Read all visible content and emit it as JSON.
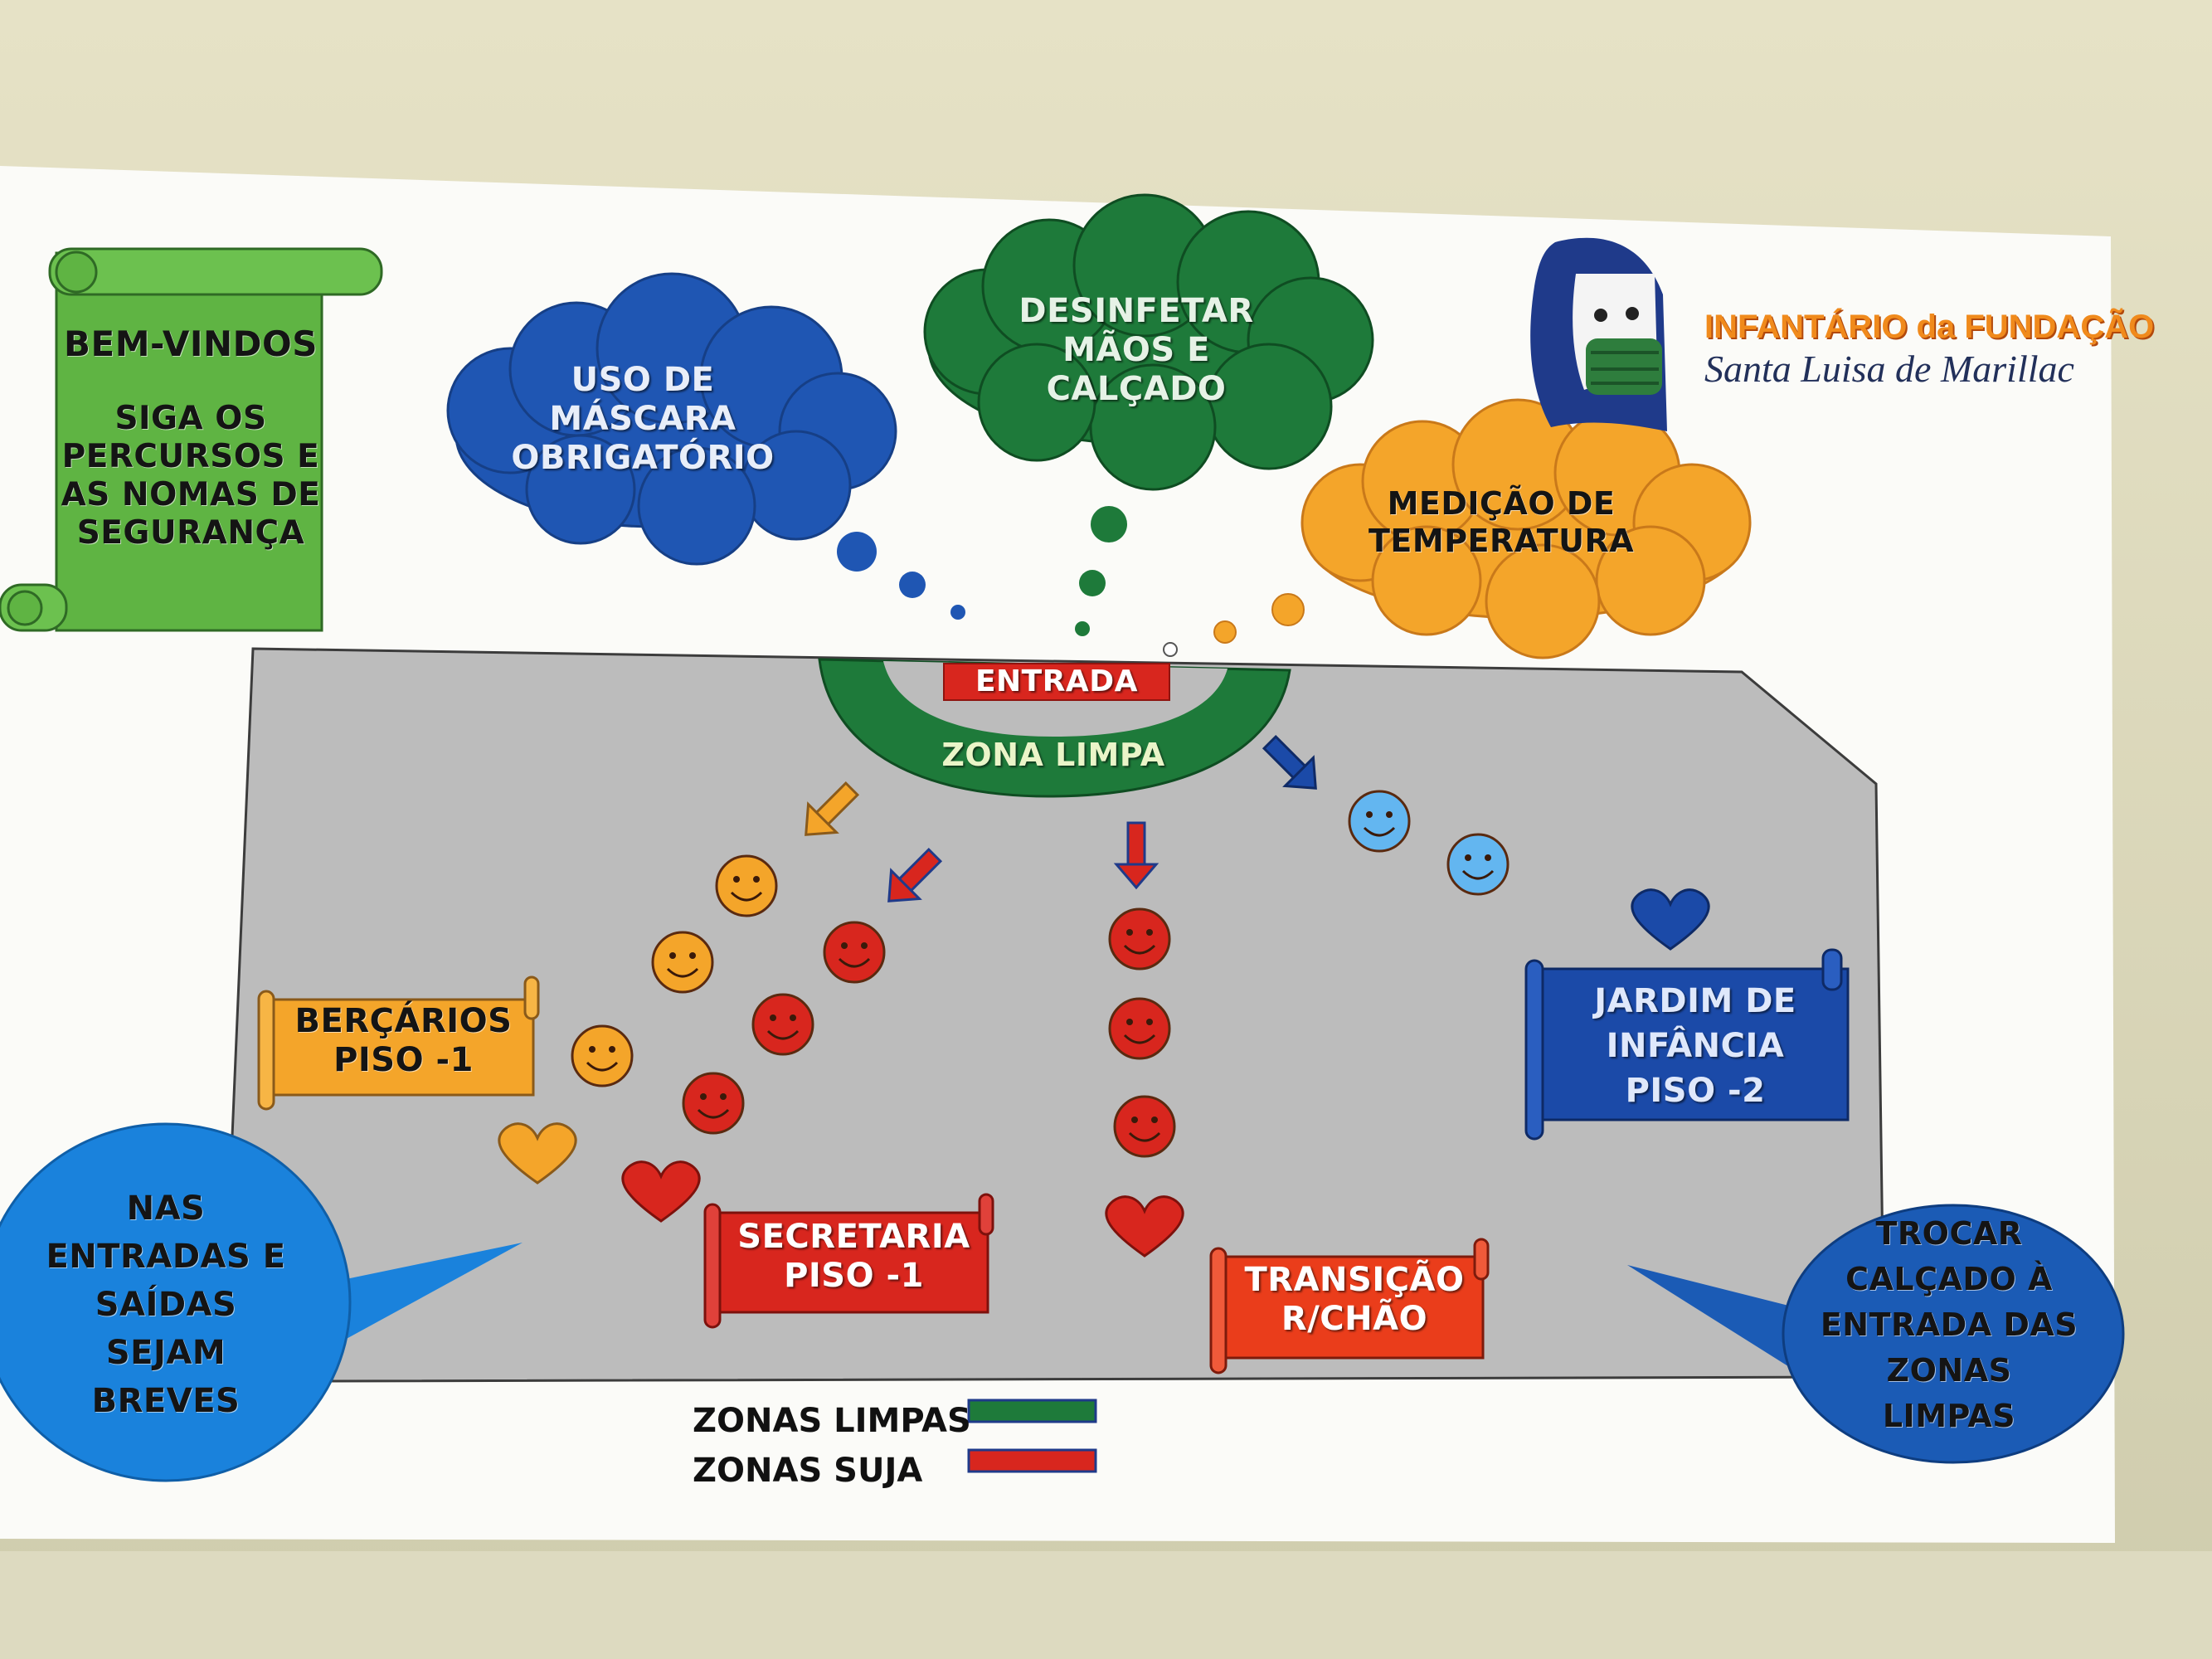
{
  "welcome": {
    "title": "BEM-VINDOS",
    "lines": [
      "SIGA OS",
      "PERCURSOS E",
      "AS NOMAS DE",
      "SEGURANÇA"
    ]
  },
  "thoughts": {
    "mask": [
      "USO DE",
      "MÁSCARA",
      "OBRIGATÓRIO"
    ],
    "disinfect": [
      "DESINFETAR",
      "MÃOS E",
      "CALÇADO"
    ],
    "temperature": [
      "MEDIÇÃO DE",
      "TEMPERATURA"
    ]
  },
  "logo": {
    "title": "INFANTÁRIO da FUNDAÇÃO",
    "subtitle": "Santa Luisa de Marillac"
  },
  "entrance": {
    "label": "ENTRADA",
    "zone": "ZONA LIMPA"
  },
  "rooms": {
    "bercarios": [
      "BERÇÁRIOS",
      "PISO -1"
    ],
    "secretaria": [
      "SECRETARIA",
      "PISO -1"
    ],
    "transicao": [
      "TRANSIÇÃO",
      "R/CHÃO"
    ],
    "jardim": [
      "JARDIM DE",
      "INFÂNCIA",
      "PISO -2"
    ]
  },
  "bubbles": {
    "left": [
      "NAS",
      "ENTRADAS E",
      "SAÍDAS",
      "SEJAM",
      "BREVES"
    ],
    "right": [
      "TROCAR",
      "CALÇADO À",
      "ENTRADA DAS",
      "ZONAS",
      "LIMPAS"
    ]
  },
  "legend": {
    "clean_label": "ZONAS LIMPAS",
    "clean_color": "#1e7a3a",
    "dirty_label": "ZONAS SUJA",
    "dirty_color": "#d8261e"
  },
  "colors": {
    "green_scroll": "#5fb443",
    "blue_cloud": "#1f56b3",
    "green_cloud": "#1e7a3a",
    "orange_cloud": "#f4a52a",
    "floor": "#bdbdbd",
    "orange_path": "#f4a52a",
    "red_path": "#d8261e",
    "blue_path": "#63b6f0",
    "navy": "#1b4aa8"
  },
  "icons": {
    "smiley": "smiley-face-icon",
    "heart": "heart-icon",
    "arrow": "arrow-down-icon"
  }
}
